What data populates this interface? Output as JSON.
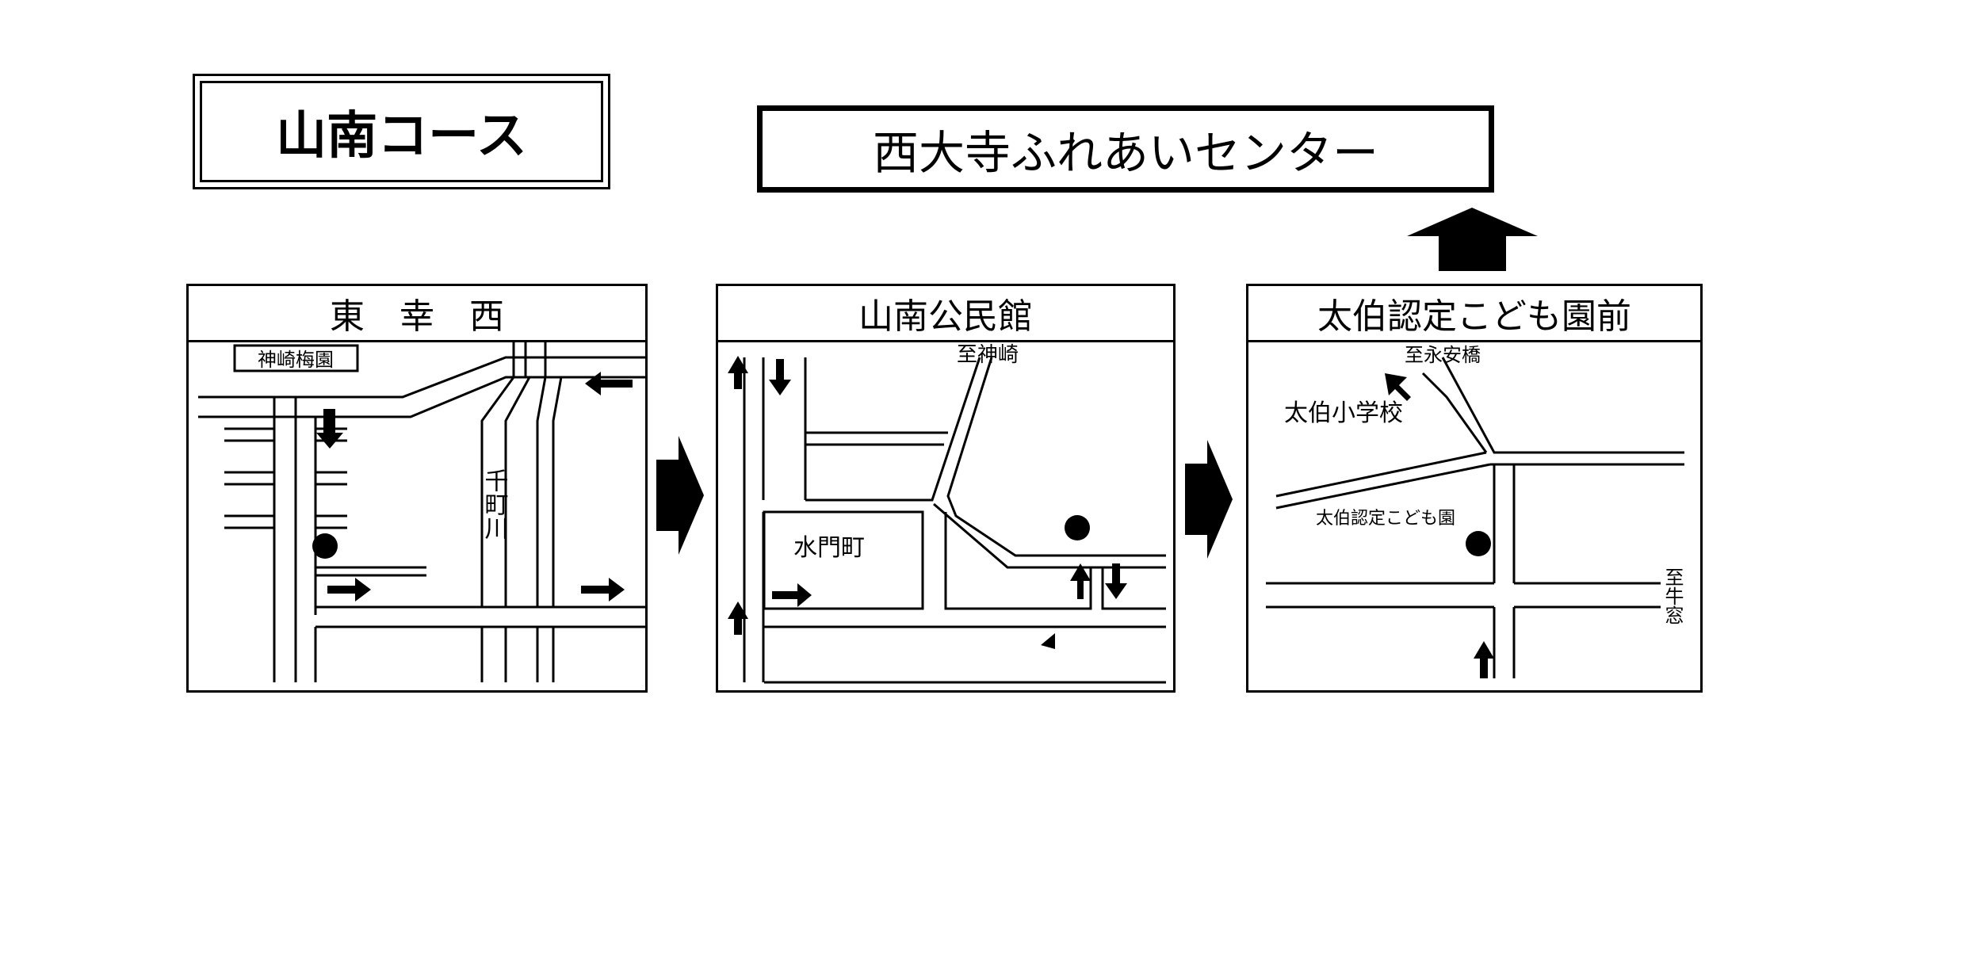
{
  "course": {
    "title": "山南コース"
  },
  "destination": {
    "title": "西大寺ふれあいセンター"
  },
  "panels": [
    {
      "title": "東　幸　西",
      "labels": {
        "place_sign": "神崎梅園",
        "river": "千町川"
      }
    },
    {
      "title": "山南公民館",
      "labels": {
        "direction_north": "至神崎",
        "district": "水門町"
      }
    },
    {
      "title": "太伯認定こども園前",
      "labels": {
        "direction_north": "至永安橋",
        "school": "太伯小学校",
        "facility": "太伯認定こども園",
        "direction_east": "至牛窓"
      }
    }
  ]
}
